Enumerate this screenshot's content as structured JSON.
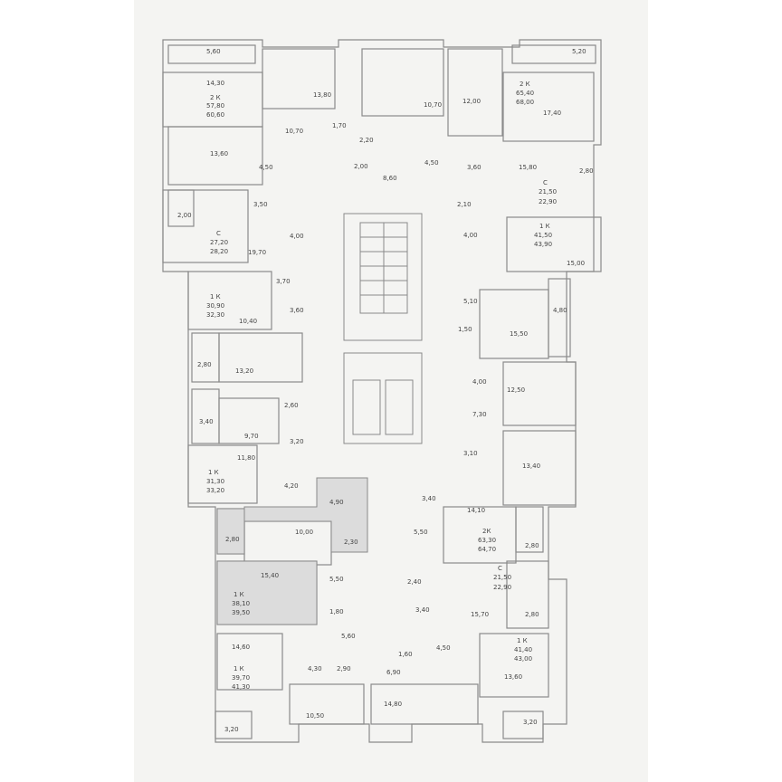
{
  "plan": {
    "colors": {
      "background": "#ffffff",
      "panel": "#f4f4f2",
      "wall": "#8a8a8a",
      "text": "#444444",
      "highlight": "#dcdcdc"
    },
    "labels": {
      "top_left_balcony": "5,60",
      "top_right_balcony": "5,20",
      "a1_r1": "14,30",
      "a1_type": "2 К",
      "a1_living": "57,80",
      "a1_total": "60,60",
      "a1_hall": "10,70",
      "a1_kitchen": "13,60",
      "a1_bath": "4,50",
      "c1": "13,80",
      "c2": "1,70",
      "c3": "2,20",
      "c4": "2,00",
      "c5": "8,60",
      "c6": "10,70",
      "c7": "12,00",
      "a2_type": "2 К",
      "a2_living": "65,40",
      "a2_total": "68,00",
      "a2_r1": "17,40",
      "a2_bath": "4,50",
      "a2_wc": "3,60",
      "a3_r1": "15,80",
      "a3_type": "С",
      "a3_living": "21,50",
      "a3_total": "22,90",
      "a3_balcony": "2,80",
      "a3_hall": "2,10",
      "a4_balcony": "2,00",
      "a4_type": "С",
      "a4_living": "27,20",
      "a4_total": "28,20",
      "a4_r1": "19,70",
      "a4_bath": "3,50",
      "a4_hall": "4,00",
      "a5_type": "1 К",
      "a5_living": "41,50",
      "a5_total": "43,90",
      "a5_bath": "4,00",
      "a5_r1": "15,00",
      "a6_type": "1 К",
      "a6_living": "30,90",
      "a6_total": "32,30",
      "a6_bath": "3,70",
      "a6_r1": "10,40",
      "a6_hall": "3,60",
      "a7_hall": "5,10",
      "a7_balcony": "4,80",
      "a7_wc": "1,50",
      "a7_r1": "15,50",
      "a8_balcony": "2,80",
      "a8_r1": "13,20",
      "a9_bath": "4,00",
      "a9_r1": "12,50",
      "a10_r1": "2,60",
      "a10_balcony": "3,40",
      "a10_r2": "9,70",
      "a10_hall": "3,20",
      "a11_hall": "7,30",
      "a11_bath": "3,10",
      "a11_r1": "13,40",
      "a12_r1": "11,80",
      "a12_type": "1 К",
      "a12_living": "31,30",
      "a12_total": "33,20",
      "a12_bath": "4,20",
      "a13_wc": "3,40",
      "a13_r1": "14,10",
      "a13_bath": "5,50",
      "a13_type": "2К",
      "a13_living": "63,30",
      "a13_total": "64,70",
      "a13_balcony": "2,80",
      "h_bath": "4,90",
      "h_balcony": "2,80",
      "h_r1": "10,00",
      "h_wc": "2,30",
      "h_r2": "15,40",
      "h_hall": "5,50",
      "h_type": "1 К",
      "h_living": "38,10",
      "h_total": "39,50",
      "h_wc2": "1,80",
      "a14_hall": "2,40",
      "a14_type": "С",
      "a14_living": "21,50",
      "a14_total": "22,90",
      "a14_bath": "3,40",
      "a14_r1": "15,70",
      "a14_balcony": "2,80",
      "a15_r1": "14,60",
      "a15_hall": "5,60",
      "a15_type": "1 К",
      "a15_living": "39,70",
      "a15_total": "41,30",
      "a15_bath": "4,30",
      "a15_wc": "2,90",
      "a16_wc": "1,60",
      "a16_bath": "4,50",
      "a16_hall": "6,90",
      "a16_type": "1 К",
      "a16_living": "41,40",
      "a16_total": "43,00",
      "a16_r1": "13,60",
      "a17_r1": "14,80",
      "a17_r2": "10,50",
      "bottom_left_balcony": "3,20",
      "bottom_right_balcony": "3,20"
    }
  }
}
